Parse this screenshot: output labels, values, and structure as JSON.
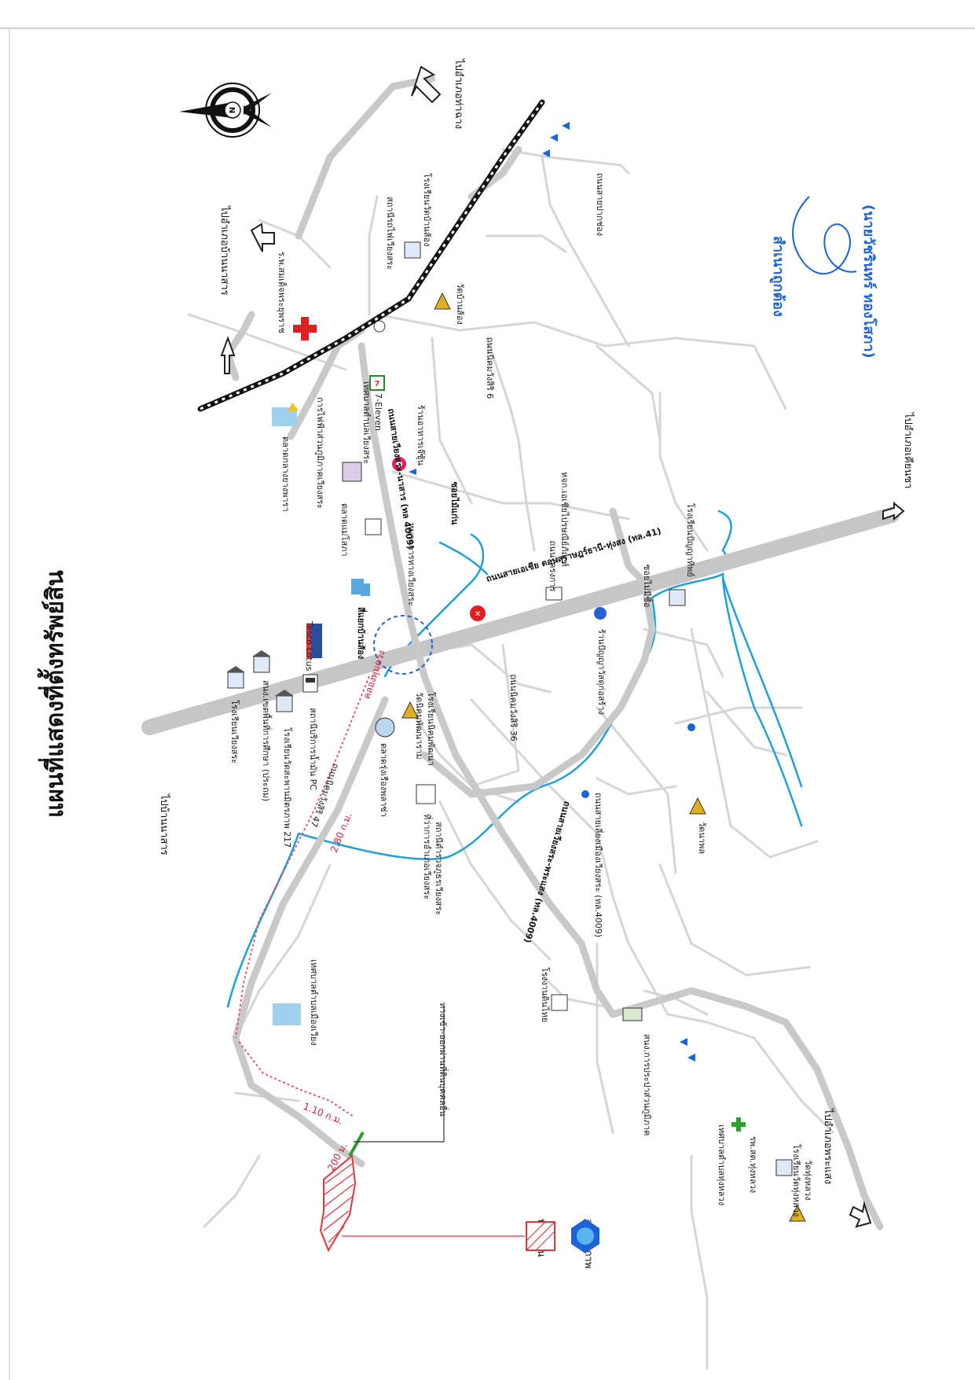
{
  "title": "แผนที่แสดงที่ตั้งทรัพย์สิน",
  "directions": {
    "ban_na_san_top": "ไปบ้านนาสาร",
    "ban_na_san_right": "ไปอำเภอบ้านนาสาร",
    "khian_sa": "ไปอำเภอเคียนซา",
    "tha_chang": "ไปอำเภอท่าฉาง",
    "phra_saeng": "ไปอำเภอพระแสง"
  },
  "roads": {
    "asian_highway": "ถนนสายเอเชีย ตอนสุราษฎร์ธานี-ทุ่งสง (ทล.41)",
    "wiang_sa_phrasaeng": "ถนนสายเวียงสระ-พระแสง (ทล.4009)",
    "wiang_sa_nasan": "ถนนสายเวียงสระ-นาสาร (ทล 4009)",
    "bypass_4009": "ถนนสายเลี่ยงเมืองเวียงสระ (ทล.4009)",
    "soi_47": "ถนนนิคมวังสิริ 47",
    "soi_36": "ถนนนิคมวังสิริ 36",
    "soi_6": "ถนนนิคมวังสิริ 6",
    "soi_road_a": "ถนนสายปากช่อง",
    "soi_no_name": "ซอยไม่มีชื่อ",
    "nikhom_road": "ถนนโครงการ",
    "soi_yaipan": "ซอยไม้แก่น"
  },
  "places": {
    "school_wiangsa": "โรงเรียนเวียงสระ",
    "kindergarten": "สนง.เขตพื้นที่การศึกษา (ประถม)",
    "school_217": "โรงเรียนวัดสะพานมิตรภาพ 217",
    "pc_station": "สถานีบริการน้ำมัน PC",
    "market_ruang": "ตลาดรุ่งเรืองพลาซ่า",
    "tesco": "Tesco Lotus",
    "intersection": "สี่แยกบ้านส้อง",
    "police": "สถานีตำรวจภูธรเวียงสระ",
    "district_office": "ที่ว่าการอำเภอเวียงสระ",
    "wat_ban_song": "วัดบ้านส้อง",
    "municipality": "เทศบาลตำบลเวียงสระ",
    "tao_ban_song": "เทศบาลตำบลเมืองเวียง",
    "electric": "การไฟฟ้าส่วนภูมิภาคเวียงสระ",
    "market_ang": "ตลาดกลางยางพารา",
    "market_maeya": "ตลาดแม่โสภา",
    "hospital": "ร.พ.สมเด็จพระยุพราช",
    "train_station": "สถานีรถไฟเวียงสระ",
    "school_ban_song": "โรงเรียนวัดบ้านส้อง",
    "seven": "7-Eleven",
    "restaurant": "ร้านอาหารเจ๊ซุ้น",
    "wat_nikhom": "วัดนิคมพัฒนาราม",
    "school_nikhom": "โรงเรียนนิคมพัฒนา",
    "hwy_dept": "หมวดการทางเวียงสระ",
    "company": "หจก.เอเชียไปรษณีย์ภัณฑ์",
    "school_thung": "โรงเรียนปัญญาทิพย์",
    "rice_mill": "โรงงานดินไทย",
    "office_land": "สนง.การประปาส่วนภูมิภาค",
    "tao_thung_luang": "เทศบาลตำบลทุ่งหลวง",
    "health_center": "รพ.สต.ทุ่งหลวง",
    "school_thung_luang": "โรงเรียนวัดทุ่งหลวง",
    "wat_thung_luang": "วัดทุ่งหลวง",
    "wat_small": "วัดนาพล",
    "market_banpao": "ร้านปัญญาวัสดุก่อสร้าง",
    "bridge": "คลองพุมดวง"
  },
  "distances": {
    "d1": "2.80 ก.ม.",
    "d2": "1.10 ก.ม.",
    "d3": "200 ม."
  },
  "access_note": "ทางเข้า-ออกผ่านที่ดินบุคคลอื่น",
  "legend": {
    "property": "ทรัพย์สิน",
    "photo_point": "จุดถ่ายภาพ"
  },
  "certification": {
    "text": "สำเนาถูกต้อง",
    "name": "(นายวัชรินทร์ ทองโสภา)"
  },
  "compass": {
    "letter": "N"
  },
  "colors": {
    "main_road": "#c8c8c8",
    "minor_road": "#d4d4d4",
    "canal": "#1fa0d8",
    "property": "#e8333f",
    "dotted_route": "#e05060",
    "cert_blue": "#1d63d8",
    "hospital_cross": "#e02020"
  }
}
